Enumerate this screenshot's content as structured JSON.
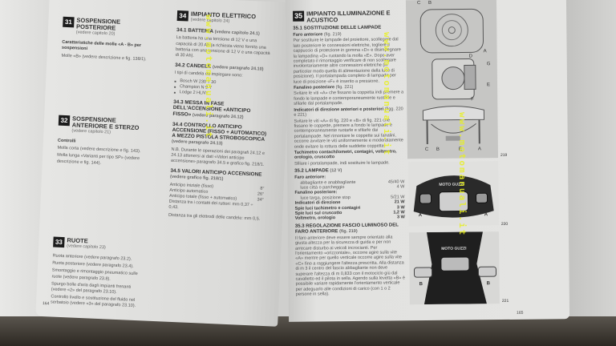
{
  "left_page": {
    "sections": [
      {
        "num": "31",
        "title": "SOSPENSIONE POSTERIORE",
        "sub": "(vedere capitolo 20)",
        "lines": [
          {
            "bold": "Caratteristiche delle molle «A - B» per sospensioni"
          },
          {
            "text": "Molle «B» (vedere descrizione e fig. 138/1)."
          }
        ]
      },
      {
        "num": "32",
        "title": "SOSPENSIONE ANTERIORE E STERZO",
        "sub": "(vedere capitolo 21)",
        "lines": [
          {
            "bold": "Controlli"
          },
          {
            "text": "Molla corta (vedere descrizione e fig. 143)."
          },
          {
            "text": "Molla lunga «Varianti per tipo SP» (vedere descrizione e fig. 144)."
          }
        ]
      },
      {
        "num": "33",
        "title": "RUOTE",
        "sub": "(vedere capitolo 23)",
        "lines": [
          {
            "text": "Ruota anteriore (vedere paragrafo 23.2)."
          },
          {
            "text": "Ruota posteriore (vedere paragrafo 23.4)."
          },
          {
            "text": "Smontaggio e rimontaggio pneumatico sulle ruote (vedere paragrafo 23.8)."
          },
          {
            "text": "Spurgo bolle d'aria dagli impianti frenanti (vedere «2» del paragrafo 23.10)."
          },
          {
            "text": "Controllo livello e sostituzione del fluido nel serbatoio (vedere «3» del paragrafo 23.10)."
          }
        ]
      }
    ],
    "electric": {
      "num": "34",
      "title": "IMPIANTO ELETTRICO",
      "sub": "(vedere capitolo 24)",
      "s1_title": "34.1  BATTERIA",
      "s1_ref": "(vedere capitolo 24.1)",
      "s1_text": "La batteria ha una tensione di 12 V e una capacità di 20 Ah (a richiesta viene fornita una batteria con una tensione di 12 V e una capacità di 30 Ah).",
      "s2_title": "34.2  CANDELE",
      "s2_ref": "(vedere paragrafo 24.10)",
      "s2_text": "I tipi di candela da impiegare sono:",
      "s2_items": [
        "Bosch W 230 T 30",
        "Champion N 9 Y",
        "Lodge 2 HLNY"
      ],
      "s3_title": "34.3  MESSA IN FASE DELL'ACCENSIONE «ANTICIPO FISSO»",
      "s3_ref": "(vedere paragrafo 24.12)",
      "s4_title": "34.4  CONTROLLO ANTICIPO ACCENSIONE (FISSO + AUTOMATICO) A MEZZO PISTOLA STROBOSCOPICA",
      "s4_ref": "(vedere paragrafo 24.13)",
      "s4_text": "N.B. Durante le operazioni dei paragrafi 24.12 e 24.13 attenersi ai dati «Valori anticipo accensione» paragrafo 34.5 e grafico fig. 218/1.",
      "s5_title": "34.5  VALORI ANTICIPO ACCENSIONE",
      "s5_ref": "(vedere grafico fig. 218/1)",
      "s5_rows": [
        {
          "label": "Anticipo iniziale (fisso)",
          "value": "8°"
        },
        {
          "label": "Anticipo automatico",
          "value": "26°"
        },
        {
          "label": "Anticipo totale (fisso + automatico)",
          "value": "34°"
        }
      ],
      "s5_text1": "Distanza tra i contatti dei ruttori: mm 0,37 ÷ 0,43.",
      "s5_text2": "Distanza tra gli elettrodi delle candele: mm 0,5."
    },
    "page_number": "164"
  },
  "right_page": {
    "num": "35",
    "title": "IMPIANTO ILLUMINAZIONE E ACUSTICO",
    "s1_title": "35.1  SOSTITUZIONE DELLE LAMPADE",
    "faro_title": "Faro anteriore",
    "faro_ref": "(fig. 219)",
    "faro_text": "Per sostituire le lampade del proiettore, scollegare dal lato posteriore le connessioni elettriche, togliere il cappuccio di protezione in gomma «D» e disimpegnare la lampadina «D» ruotando la molla «E». Dopo aver completato il rimontaggio verificare di non scollegare involontariamente altre connessioni elettriche (in particolar modo quella di alimentazione della luce di posizione). Il portalampada completo di lampada per luce di posizione «F» è inserito a pressione.",
    "fanalino_title": "Fanalino posteriore",
    "fanalino_ref": "(fig. 221)",
    "fanalino_text": "Svitare le viti «A» che fissano la coppetta indi premere a fondo le lampade e contemporaneamente ruotarle e sfilarle dal portalampade.",
    "indic_title": "Indicatori di direzione anteriori e posteriori",
    "indic_ref": "(figg. 220 e 221)",
    "indic_text": "Svitare le viti «A» di fig. 220 e «B» di fig. 221 che fissano le coppette, premere a fondo le lampade e contemporaneamente ruotarle e sfilarle dai portalampade. Nel rimontare le coppette sui fanalini, occorre avvitare le viti uniformemente e moderatamente onde evitare la rottura delle suddette coppette.",
    "tach_title": "Tachimetro contachilometri, contagiri, voltmetro, orologio, cruscotto",
    "tach_text": "Sfilare i portalampade, indi sostituire le lampade.",
    "s2_title": "35.2  LAMPADE",
    "s2_ref": "(12 V)",
    "lamps": [
      {
        "group": "Faro anteriore:"
      },
      {
        "item": "abbagliante e anabbagliante",
        "value": "45/40 W"
      },
      {
        "item": "luce città o parcheggio",
        "value": "4 W"
      },
      {
        "group": "Fanalino posteriore:"
      },
      {
        "item": "luce targa, posizione stop",
        "value": "5/21 W"
      },
      {
        "label": "Indicatori di direzione",
        "value": "21 W"
      },
      {
        "label": "Spie luci tachimetro e contagiri",
        "value": "3 W"
      },
      {
        "label": "Spie luci sul cruscotto",
        "value": "1,2 W"
      },
      {
        "label": "Voltmetro, orologio",
        "value": "3 W"
      }
    ],
    "s3_title": "35.3  REGOLAZIONE FASCIO LUMINOSO DEL FARO ANTERIORE",
    "s3_ref": "(fig. 219)",
    "s3_text": "Il faro anteriore deve essere sempre orientato alla giusta altezza per la sicurezza di guida e per non arrecare disturbo ai veicoli incrocianti. Per l'orientamento «orizzontale», occorre agire sulla vite «A» mentre per quello verticale occorre agire sulla vite «C» fino a raggiungere l'altezza prescritta. Alla distanza di m 3 il centro del fascio abbagliante non deve superare l'altezza di m 0,833 con il motociclo giù dal cavalletto ed il pilota in sella. Agendo sulla levetta «B» è possibile variare rapidamente l'orientamento verticale per adeguarlo alle condizioni di carico (con 1 o 2 persone in sella).",
    "figures": [
      {
        "num": "219",
        "labels": [
          "C",
          "B",
          "A",
          "D",
          "G",
          "E",
          "F",
          "C",
          "B",
          "E",
          "A"
        ]
      },
      {
        "num": "220",
        "labels": [
          "A",
          "A"
        ],
        "logo": "MOTO GUZZI"
      },
      {
        "num": "221",
        "labels": [
          "B",
          "B"
        ],
        "logo": "MOTO GUZZI"
      }
    ],
    "page_number": "165"
  },
  "watermark": "www.motomanuali.it"
}
